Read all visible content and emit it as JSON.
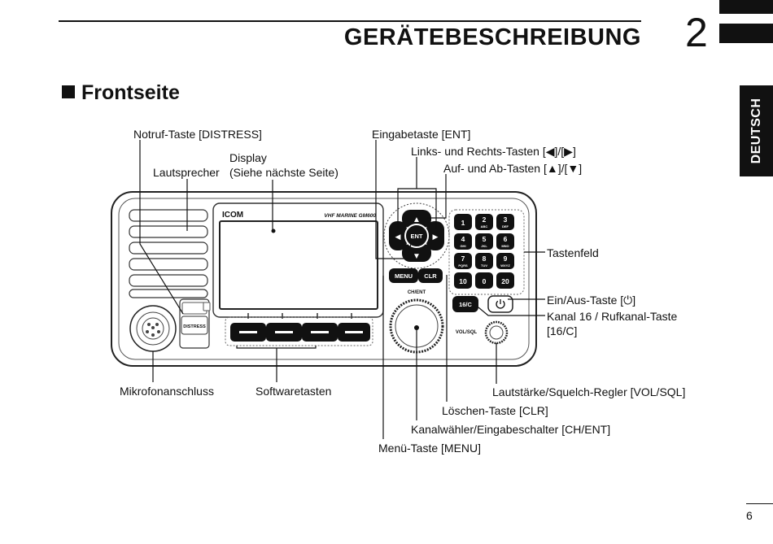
{
  "header": {
    "chapter_title": "GERÄTEBESCHREIBUNG",
    "chapter_number": "2",
    "side_tab": "DEUTSCH"
  },
  "section": {
    "title": "Frontseite"
  },
  "device": {
    "brand": "ICOM",
    "model": "VHF MARINE GM600",
    "distress_key": "DISTRESS",
    "ent_key": "ENT",
    "menu_key": "MENU",
    "clr_key": "CLR",
    "ch_ent_label": "CH/ENT",
    "vol_sql_label": "VOL/SQL",
    "ch16_key": "16/C",
    "keypad": [
      {
        "num": "1",
        "sub": ""
      },
      {
        "num": "2",
        "sub": "ABC"
      },
      {
        "num": "3",
        "sub": "DEF"
      },
      {
        "num": "4",
        "sub": "GHI"
      },
      {
        "num": "5",
        "sub": "JKL"
      },
      {
        "num": "6",
        "sub": "MNO"
      },
      {
        "num": "7",
        "sub": "PQRS"
      },
      {
        "num": "8",
        "sub": "TUV"
      },
      {
        "num": "9",
        "sub": "WXYZ"
      },
      {
        "num": "10",
        "sub": ""
      },
      {
        "num": "0",
        "sub": ""
      },
      {
        "num": "20",
        "sub": ""
      }
    ]
  },
  "labels": {
    "notruf": "Notruf-Taste [DISTRESS]",
    "display_1": "Display",
    "display_2": "(Siehe nächste Seite)",
    "lautsprecher": "Lautsprecher",
    "eingabetaste": "Eingabetaste [ENT]",
    "links_rechts": "Links- und Rechts-Tasten [◀]/[▶]",
    "auf_ab": "Auf- und Ab-Tasten [▲]/[▼]",
    "tastenfeld": "Tastenfeld",
    "ein_aus": "Ein/Aus-Taste [⏻]",
    "kanal16_1": "Kanal 16 / Rufkanal-Taste",
    "kanal16_2": "[16/C]",
    "mikrofon": "Mikrofonanschluss",
    "softwaretasten": "Softwaretasten",
    "lautstaerke": "Lautstärke/Squelch-Regler [VOL/SQL]",
    "loeschen": "Löschen-Taste [CLR]",
    "kanalwaehler": "Kanalwähler/Eingabeschalter [CH/ENT]",
    "menue": "Menü-Taste [MENU]"
  },
  "footer": {
    "page_number": "6"
  }
}
